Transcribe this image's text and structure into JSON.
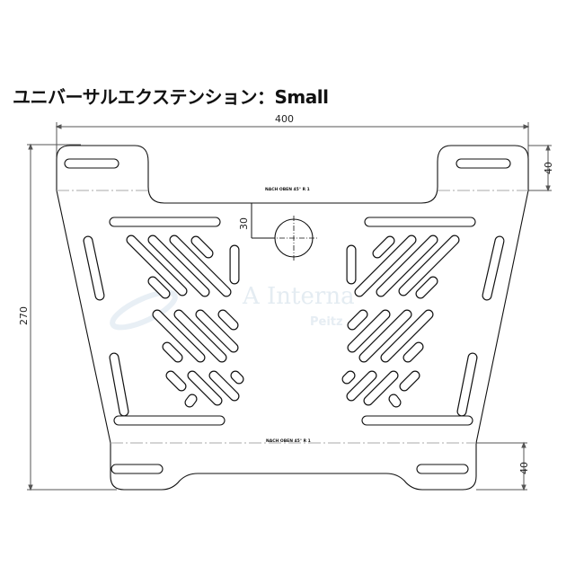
{
  "title": "ユニバーサルエクステンション：Small",
  "dimensions": {
    "width": "400",
    "height": "270",
    "top_tab": "40",
    "bottom_tab": "40",
    "hole_offset": "30"
  },
  "fold_notes": {
    "top": "NACH OBEN 45° R 1",
    "bottom": "NACH OBEN 45° R 1"
  },
  "watermark": {
    "line1": "A Interna",
    "line2": "Peitz"
  },
  "colors": {
    "line": "#111111",
    "dim_line": "#555555",
    "center_line": "#999999",
    "background": "#ffffff"
  }
}
